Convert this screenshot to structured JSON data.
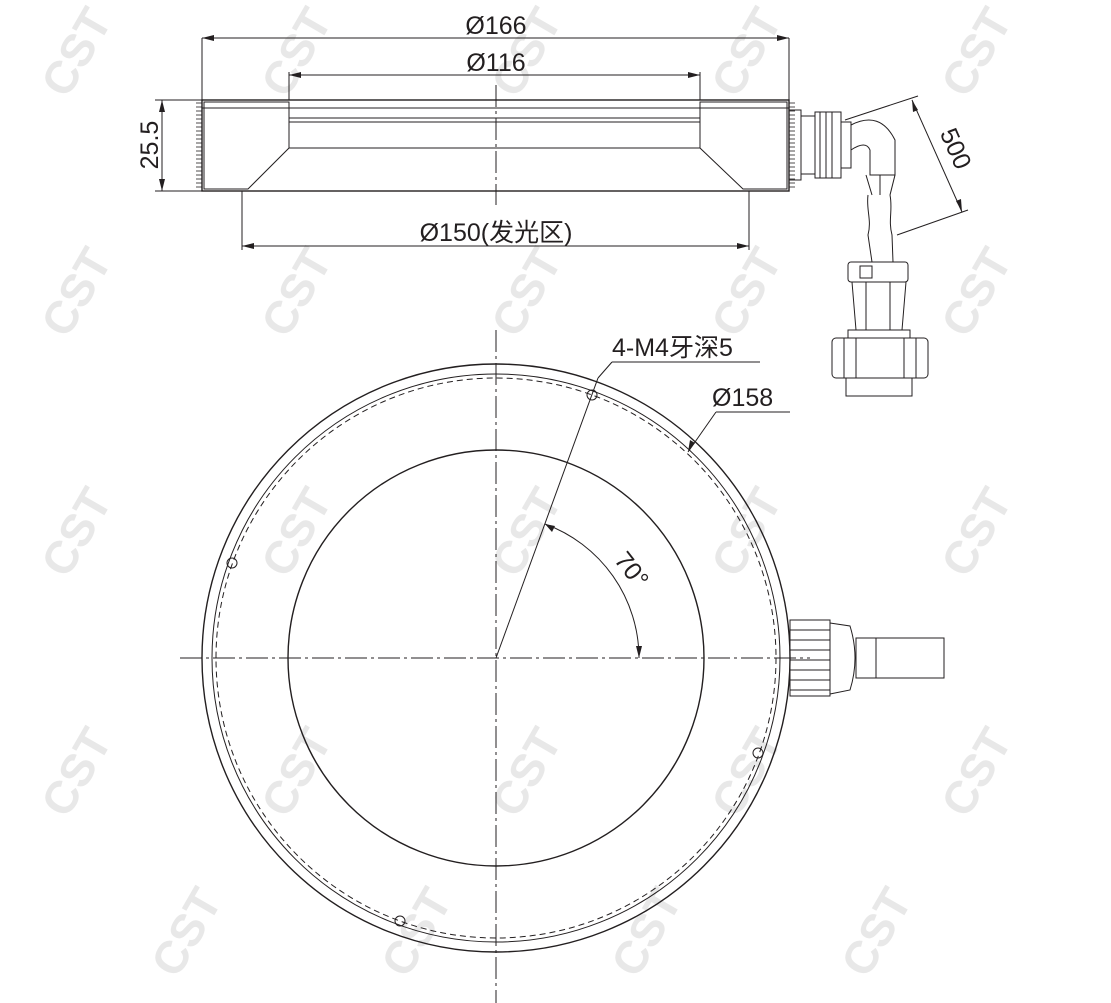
{
  "side_view": {
    "dim_outer_diameter": "Ø166",
    "dim_inner_diameter": "Ø116",
    "dim_height": "25.5",
    "dim_emitting_area": "Ø150(发光区)",
    "dim_cable_length": "500"
  },
  "top_view": {
    "callout_holes": "4-M4牙深5",
    "dim_hole_circle": "Ø158",
    "dim_angle": "70°"
  },
  "watermark": {
    "text": "CST"
  },
  "colors": {
    "line": "#231f20",
    "hatch": "#9a9a9a",
    "watermark": "#e8e8e8"
  }
}
